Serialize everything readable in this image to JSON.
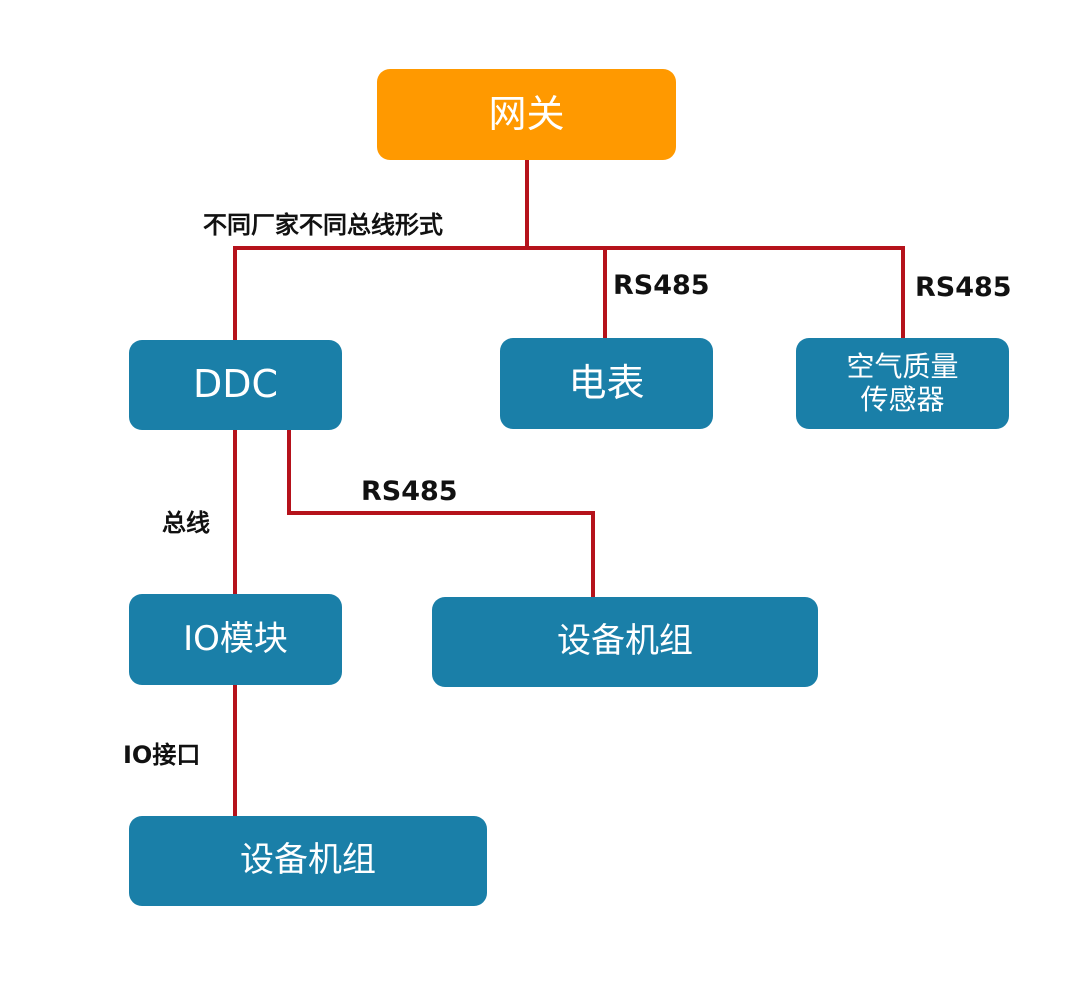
{
  "nodes": {
    "gateway": "网关",
    "ddc": "DDC",
    "meter": "电表",
    "air_sensor_line1": "空气质量",
    "air_sensor_line2": "传感器",
    "io_module": "IO模块",
    "equipment_right": "设备机组",
    "equipment_bottom": "设备机组"
  },
  "edge_labels": {
    "gateway_to_ddc": "不同厂家不同总线形式",
    "gateway_to_meter": "RS485",
    "gateway_to_air_sensor": "RS485",
    "ddc_to_equipment": "RS485",
    "ddc_to_io": "总线",
    "io_to_equipment": "IO接口"
  },
  "colors": {
    "node_blue": "#1a7fa8",
    "node_orange": "#ff9900",
    "connector": "#b5121b",
    "label_text": "#111111"
  }
}
